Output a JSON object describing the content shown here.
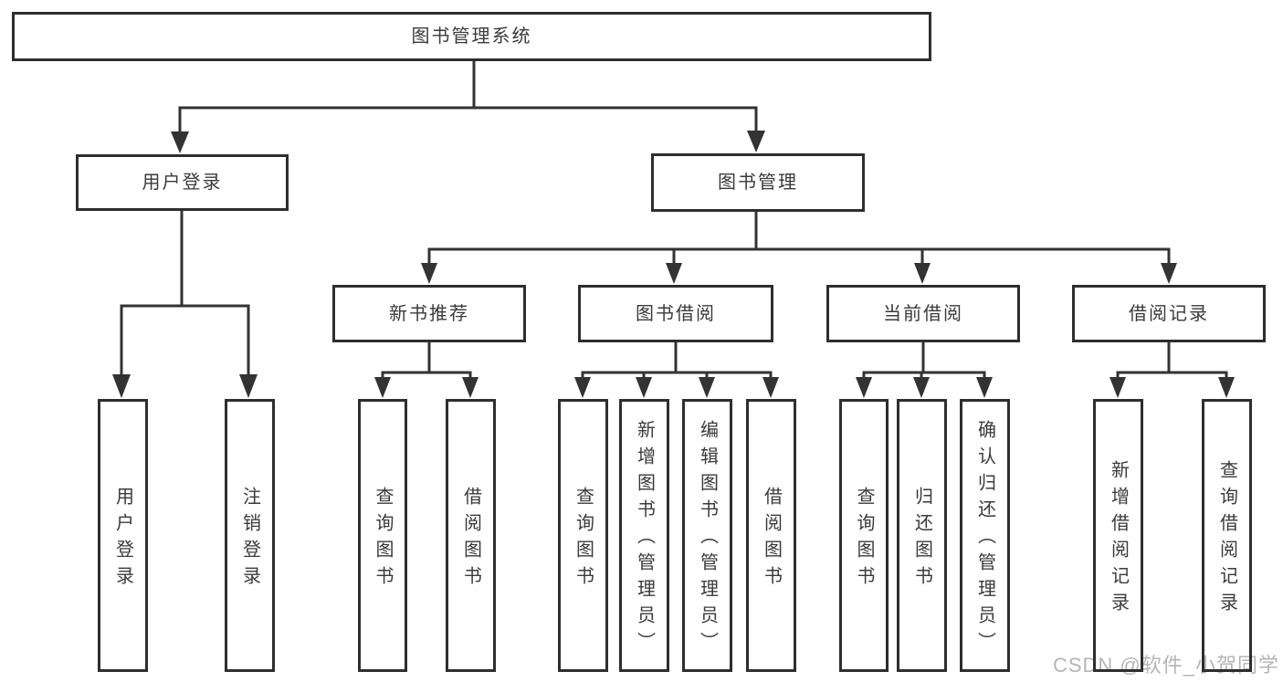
{
  "diagram": {
    "root": {
      "label": "图书管理系统"
    },
    "branches": [
      {
        "label": "用户登录",
        "children": [
          {
            "label": "用户登录"
          },
          {
            "label": "注销登录"
          }
        ]
      },
      {
        "label": "图书管理",
        "children": [
          {
            "label": "新书推荐",
            "children": [
              {
                "label": "查询图书"
              },
              {
                "label": "借阅图书"
              }
            ]
          },
          {
            "label": "图书借阅",
            "children": [
              {
                "label": "查询图书"
              },
              {
                "label": "新增图书（管理员）"
              },
              {
                "label": "编辑图书（管理员）"
              },
              {
                "label": "借阅图书"
              }
            ]
          },
          {
            "label": "当前借阅",
            "children": [
              {
                "label": "查询图书"
              },
              {
                "label": "归还图书"
              },
              {
                "label": "确认归还（管理员）"
              }
            ]
          },
          {
            "label": "借阅记录",
            "children": [
              {
                "label": "新增借阅记录"
              },
              {
                "label": "查询借阅记录"
              }
            ]
          }
        ]
      }
    ]
  },
  "watermark": {
    "text": "CSDN @软件_小贺同学"
  },
  "colors": {
    "line": "#333333",
    "box_border": "#2e2e2e",
    "text": "#3a3a3a",
    "background": "#ffffff",
    "watermark": "#b5b5b5"
  }
}
